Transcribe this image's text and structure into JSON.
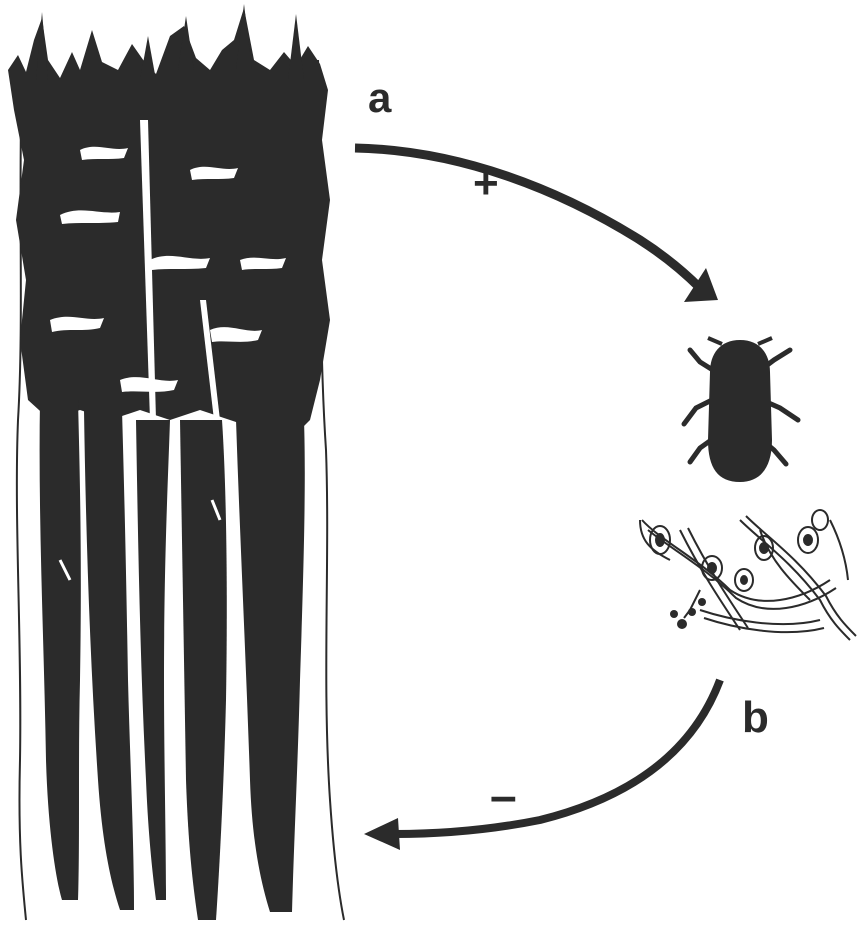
{
  "diagram": {
    "labels": {
      "a": "a",
      "b": "b",
      "plus": "+",
      "minus": "–"
    },
    "nodes": [
      {
        "id": "forest",
        "icon": "forest-stand-icon"
      },
      {
        "id": "beetle",
        "icon": "bark-beetle-icon"
      },
      {
        "id": "fungus",
        "icon": "fungus-hyphae-icon"
      }
    ],
    "edges": [
      {
        "from": "forest",
        "to": "beetle",
        "label": "a",
        "sign": "+"
      },
      {
        "from": "fungus",
        "to": "forest",
        "label": "b",
        "sign": "–"
      }
    ],
    "colors": {
      "ink": "#2b2b2b",
      "background": "#ffffff"
    }
  }
}
